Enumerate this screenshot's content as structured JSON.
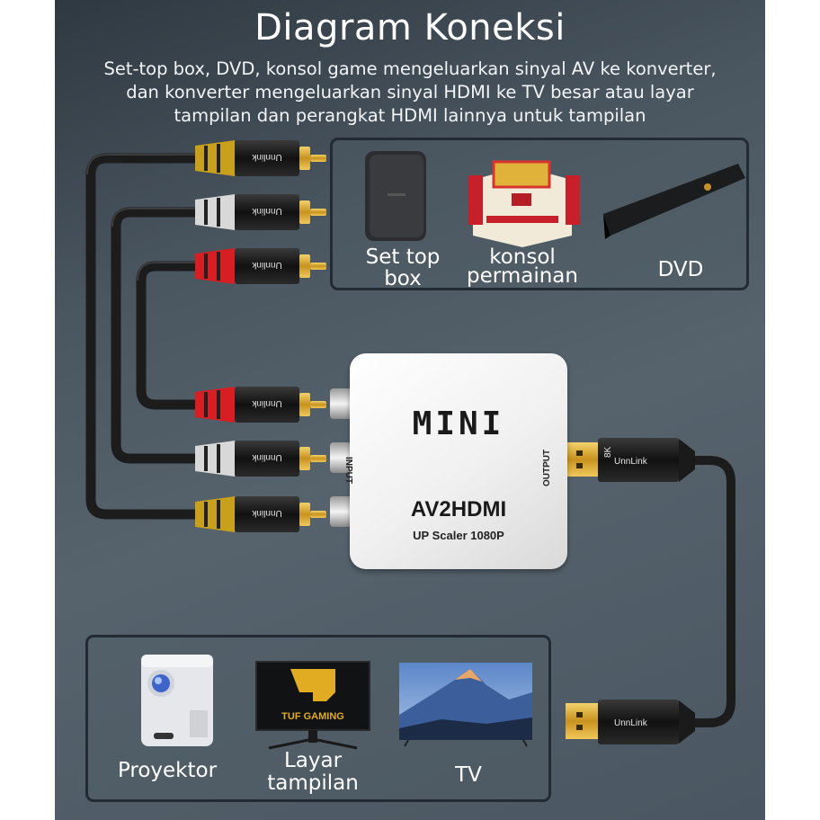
{
  "header": {
    "title": "Diagram Koneksi",
    "description_lines": [
      "Set-top box, DVD, konsol game mengeluarkan sinyal AV ke konverter,",
      "dan konverter mengeluarkan sinyal HDMI ke TV besar atau layar",
      "tampilan dan perangkat HDMI lainnya untuk tampilan"
    ]
  },
  "source_devices": {
    "items": [
      {
        "label_lines": [
          "Set top",
          "box"
        ],
        "icon": "set-top-box-icon"
      },
      {
        "label_lines": [
          "konsol",
          "permainan"
        ],
        "icon": "game-console-icon"
      },
      {
        "label_lines": [
          "DVD"
        ],
        "icon": "dvd-player-icon"
      }
    ]
  },
  "converter": {
    "badge": "MINI",
    "model": "AV2HDMI",
    "subtitle": "UP Scaler 1080P",
    "input_label": "INPUT",
    "output_label": "OUTPUT"
  },
  "rca_cables": {
    "brand": "Unnlink",
    "colors": {
      "yellow": "#c9a01c",
      "white": "#d8d8d8",
      "red": "#d81e22"
    },
    "order_top": [
      "yellow",
      "white",
      "red"
    ],
    "order_bottom": [
      "red",
      "white",
      "yellow"
    ]
  },
  "hdmi_cable": {
    "brand": "UnnLink",
    "spec": "8K",
    "connector_color": "#e8c23a"
  },
  "display_devices": {
    "items": [
      {
        "label_lines": [
          "Proyektor"
        ],
        "icon": "projector-icon"
      },
      {
        "label_lines": [
          "Layar",
          "tampilan"
        ],
        "icon": "monitor-icon",
        "screen_text": "TUF GAMING"
      },
      {
        "label_lines": [
          "TV"
        ],
        "icon": "tv-icon"
      }
    ]
  }
}
